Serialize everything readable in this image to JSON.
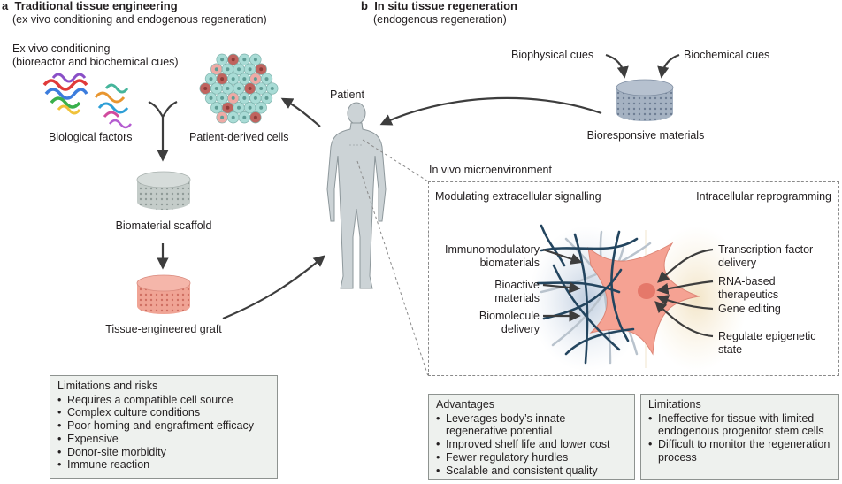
{
  "panel_a": {
    "letter": "a",
    "title": "Traditional tissue engineering",
    "subtitle": "(ex vivo conditioning and endogenous regeneration)",
    "conditioning_line1": "Ex vivo conditioning",
    "conditioning_line2": "(bioreactor and biochemical cues)",
    "biological_factors": "Biological factors",
    "patient_cells": "Patient-derived cells",
    "scaffold": "Biomaterial scaffold",
    "graft": "Tissue-engineered graft",
    "limitations": {
      "title": "Limitations and risks",
      "items": [
        "Requires a compatible cell source",
        "Complex culture conditions",
        "Poor homing and engraftment efficacy",
        "Expensive",
        "Donor-site morbidity",
        "Immune reaction"
      ]
    }
  },
  "panel_b": {
    "letter": "b",
    "title": "In situ tissue regeneration",
    "subtitle": "(endogenous regeneration)",
    "biophysical": "Biophysical cues",
    "biochemical": "Biochemical cues",
    "bioresponsive": "Bioresponsive materials",
    "microenvironment": "In vivo microenvironment",
    "extracellular": "Modulating extracellular signalling",
    "intracellular": "Intracellular reprogramming",
    "left_labels": [
      [
        "Immunomodulatory",
        "biomaterials"
      ],
      [
        "Bioactive",
        "materials"
      ],
      [
        "Biomolecule",
        "delivery"
      ]
    ],
    "right_labels": [
      [
        "Transcription-factor",
        "delivery"
      ],
      [
        "RNA-based",
        "therapeutics"
      ],
      [
        "Gene editing"
      ],
      [
        "Regulate epigenetic",
        "state"
      ]
    ],
    "advantages": {
      "title": "Advantages",
      "items": [
        "Leverages body’s innate regenerative potential",
        "Improved shelf life and lower cost",
        "Fewer regulatory hurdles",
        "Scalable and consistent quality"
      ]
    },
    "limitations": {
      "title": "Limitations",
      "items": [
        "Ineffective for tissue with limited endogenous progenitor stem cells",
        "Difficult to monitor the regeneration process"
      ]
    }
  },
  "patient": "Patient",
  "colors": {
    "scaffold": "#c7cfcc",
    "graft": "#ef9c8f",
    "bioresponsive": "#9aa9bb",
    "cell_light": "#a9dcd6",
    "cell_dark": "#c0645f",
    "cell_pink": "#eeaaa5",
    "fibroblast": "#f7a79a",
    "fiber": "#23455f",
    "box_bg": "#eef1ee"
  }
}
